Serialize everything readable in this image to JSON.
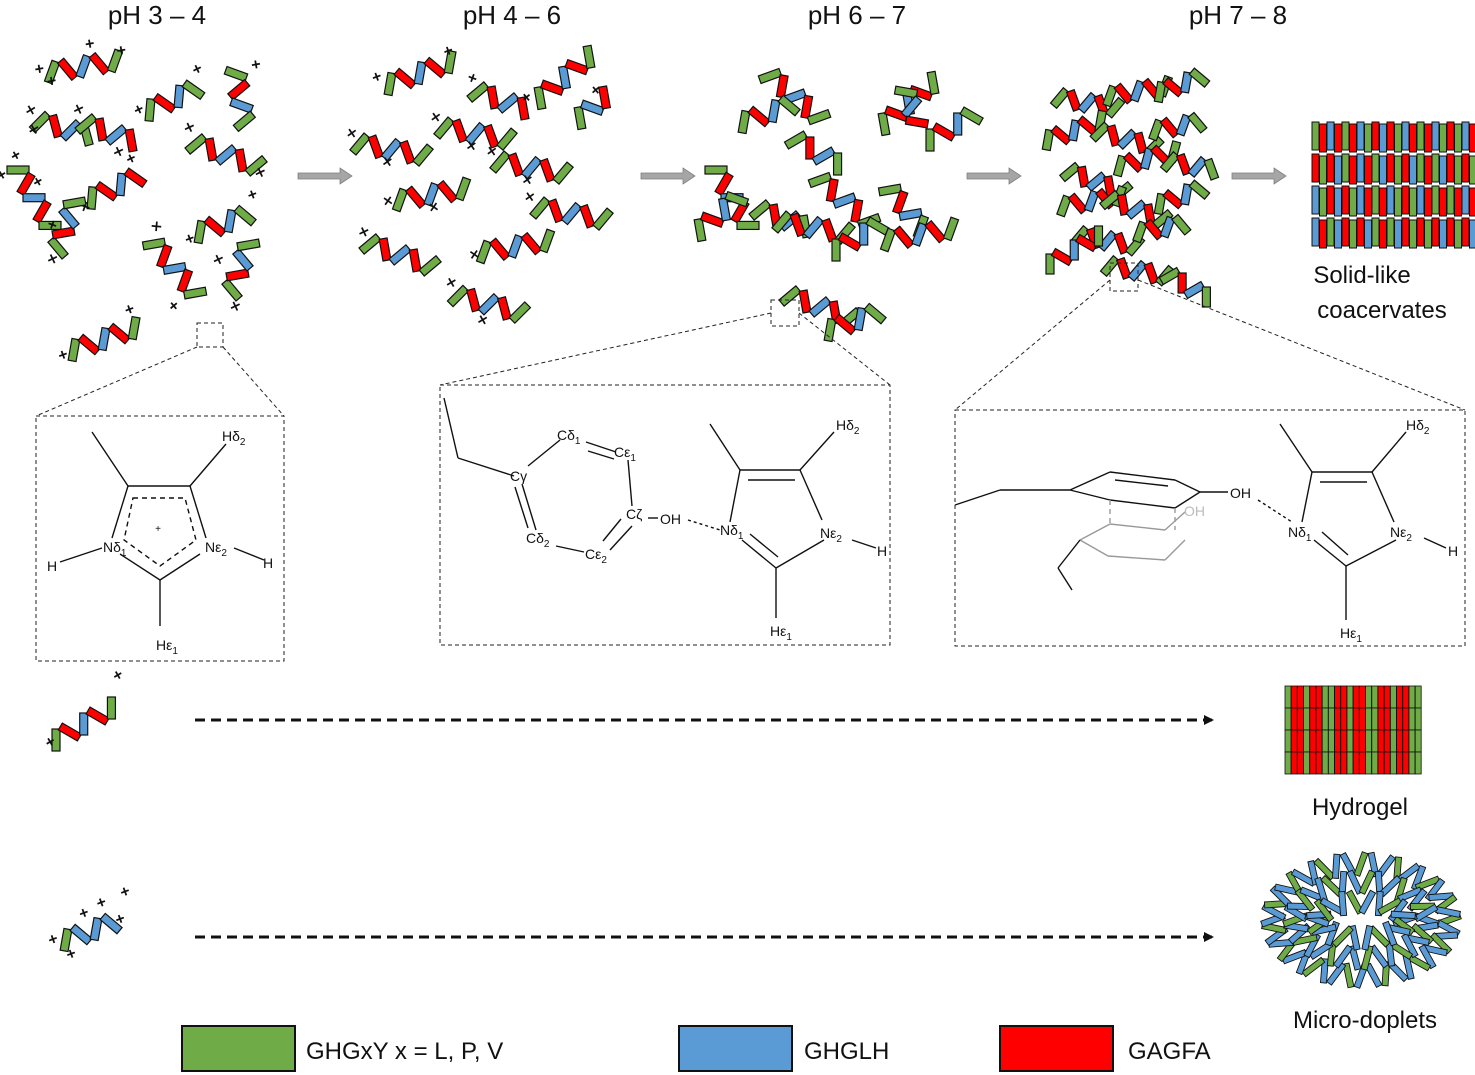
{
  "colors": {
    "green": "#6fac47",
    "blue": "#5b9bd5",
    "red": "#ff0000",
    "arrow_gray": "#a6a6a6"
  },
  "stages": [
    {
      "label": "pH 3 – 4"
    },
    {
      "label": "pH 4 – 6"
    },
    {
      "label": "pH 6 – 7"
    },
    {
      "label": "pH 7 – 8"
    }
  ],
  "outcomes": {
    "coacervates_line1": "Solid-like",
    "coacervates_line2": "coacervates",
    "hydrogel": "Hydrogel",
    "microdroplets": "Micro-doplets"
  },
  "chem_left": {
    "hd2": "Hδ",
    "hd2_sub": "2",
    "nd1": "Nδ",
    "nd1_sub": "1",
    "ne2": "Nε",
    "ne2_sub": "2",
    "he1": "Hε",
    "he1_sub": "1",
    "h_left": "H",
    "h_right": "H",
    "charge": "+"
  },
  "chem_mid": {
    "cd1": "Cδ",
    "cd1_sub": "1",
    "ce1": "Cε",
    "ce1_sub": "1",
    "cg": "Cγ",
    "cz": "Cζ",
    "cd2": "Cδ",
    "cd2_sub": "2",
    "ce2": "Cε",
    "ce2_sub": "2",
    "oh": "OH",
    "nd1": "Nδ",
    "nd1_sub": "1",
    "ne2": "Nε",
    "ne2_sub": "2",
    "hd2": "Hδ",
    "hd2_sub": "2",
    "he1": "Hε",
    "he1_sub": "1",
    "h": "H"
  },
  "chem_right": {
    "oh": "OH",
    "oh_faded": "OH",
    "nd1": "Nδ",
    "nd1_sub": "1",
    "ne2": "Nε",
    "ne2_sub": "2",
    "hd2": "Hδ",
    "hd2_sub": "2",
    "he1": "Hε",
    "he1_sub": "1",
    "h": "H"
  },
  "legend": [
    {
      "label": "GHGxY x = L, P, V",
      "color_key": "green"
    },
    {
      "label": "GHGLH",
      "color_key": "blue"
    },
    {
      "label": "GAGFA",
      "color_key": "red"
    }
  ]
}
